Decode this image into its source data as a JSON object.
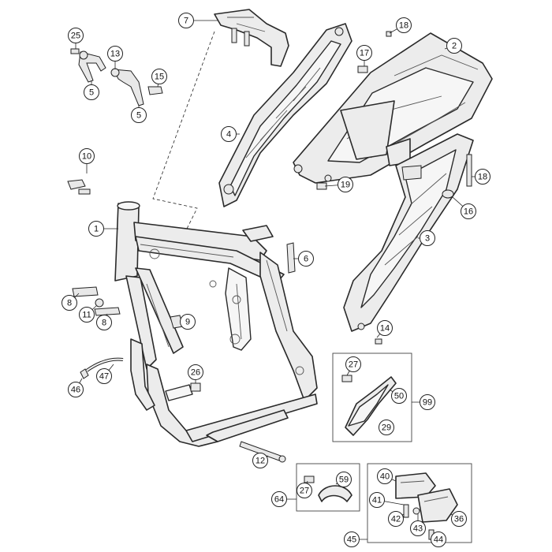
{
  "callouts": [
    {
      "id": "c7",
      "label": "7"
    },
    {
      "id": "c18a",
      "label": "18"
    },
    {
      "id": "c25",
      "label": "25"
    },
    {
      "id": "c13",
      "label": "13"
    },
    {
      "id": "c17",
      "label": "17"
    },
    {
      "id": "c2",
      "label": "2"
    },
    {
      "id": "c15",
      "label": "15"
    },
    {
      "id": "c5a",
      "label": "5"
    },
    {
      "id": "c5b",
      "label": "5"
    },
    {
      "id": "c4",
      "label": "4"
    },
    {
      "id": "c10",
      "label": "10"
    },
    {
      "id": "c19",
      "label": "19"
    },
    {
      "id": "c18b",
      "label": "18"
    },
    {
      "id": "c16",
      "label": "16"
    },
    {
      "id": "c1",
      "label": "1"
    },
    {
      "id": "c3",
      "label": "3"
    },
    {
      "id": "c6",
      "label": "6"
    },
    {
      "id": "c8a",
      "label": "8"
    },
    {
      "id": "c11",
      "label": "11"
    },
    {
      "id": "c8b",
      "label": "8"
    },
    {
      "id": "c9",
      "label": "9"
    },
    {
      "id": "c14",
      "label": "14"
    },
    {
      "id": "c27a",
      "label": "27"
    },
    {
      "id": "c26",
      "label": "26"
    },
    {
      "id": "c47",
      "label": "47"
    },
    {
      "id": "c46",
      "label": "46"
    },
    {
      "id": "c50",
      "label": "50"
    },
    {
      "id": "c99",
      "label": "99"
    },
    {
      "id": "c29",
      "label": "29"
    },
    {
      "id": "c12",
      "label": "12"
    },
    {
      "id": "c59",
      "label": "59"
    },
    {
      "id": "c40",
      "label": "40"
    },
    {
      "id": "c27b",
      "label": "27"
    },
    {
      "id": "c64",
      "label": "64"
    },
    {
      "id": "c41",
      "label": "41"
    },
    {
      "id": "c42",
      "label": "42"
    },
    {
      "id": "c36",
      "label": "36"
    },
    {
      "id": "c43",
      "label": "43"
    },
    {
      "id": "c44",
      "label": "44"
    },
    {
      "id": "c45",
      "label": "45"
    }
  ]
}
